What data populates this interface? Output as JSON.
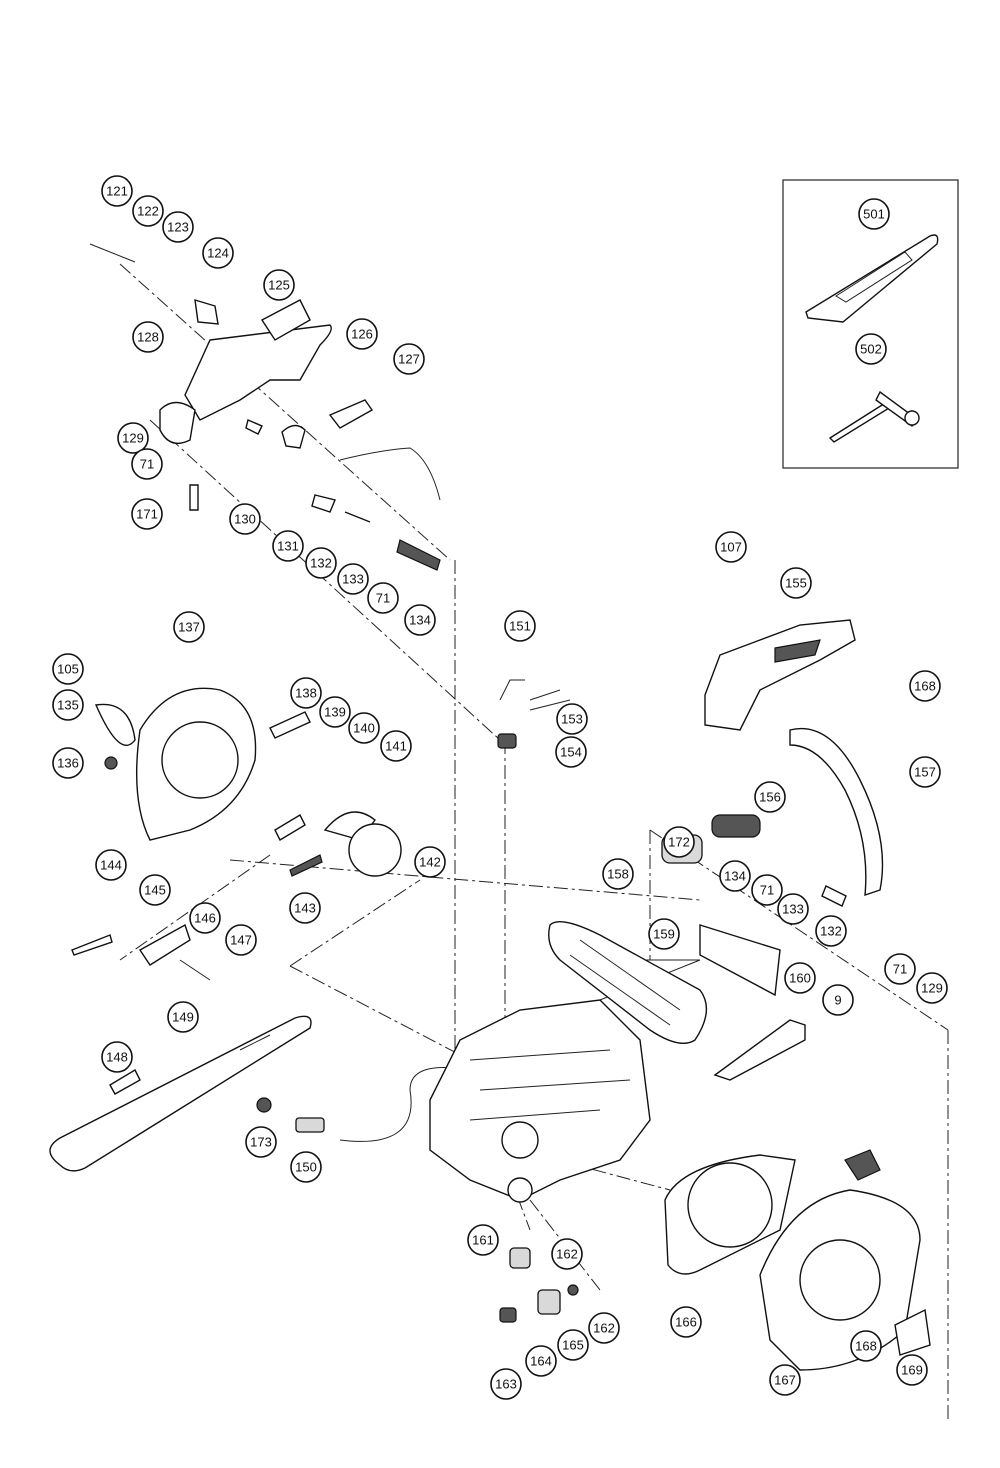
{
  "callouts": [
    "121",
    "122",
    "123",
    "124",
    "125",
    "126",
    "127",
    "128",
    "129",
    "71",
    "171",
    "130",
    "131",
    "132",
    "133",
    "71",
    "134",
    "501",
    "502",
    "107",
    "155",
    "168",
    "157",
    "156",
    "105",
    "137",
    "135",
    "136",
    "138",
    "139",
    "140",
    "141",
    "142",
    "143",
    "151",
    "153",
    "154",
    "172",
    "134",
    "71",
    "133",
    "132",
    "71",
    "129",
    "144",
    "145",
    "146",
    "147",
    "158",
    "159",
    "160",
    "9",
    "149",
    "148",
    "173",
    "150",
    "161",
    "162",
    "163",
    "164",
    "165",
    "162",
    "166",
    "167",
    "168",
    "169"
  ]
}
